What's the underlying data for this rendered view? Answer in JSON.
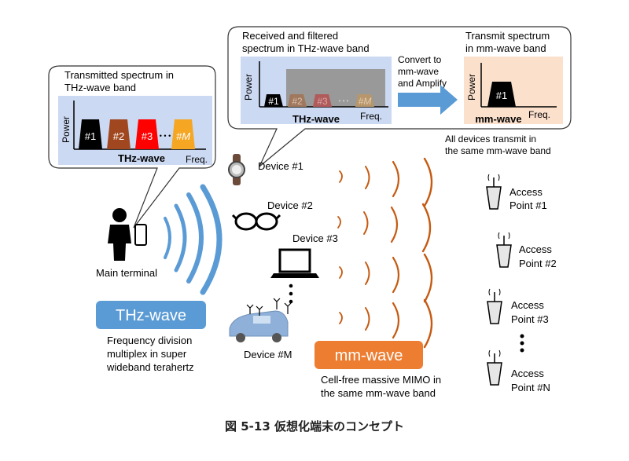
{
  "bubble_left": {
    "title_line1": "Transmitted spectrum in",
    "title_line2": "THz-wave band",
    "axis_y": "Power",
    "axis_x": "Freq.",
    "band_label": "THz-wave",
    "blocks": [
      "#1",
      "#2",
      "#3",
      "#M"
    ],
    "ellipsis": "• • •"
  },
  "bubble_top": {
    "title_line1": "Received and filtered",
    "title_line2": "spectrum in THz-wave band",
    "axis_y": "Power",
    "axis_x": "Freq.",
    "band_label": "THz-wave",
    "blocks": [
      "#1",
      "#2",
      "#3",
      "#M"
    ],
    "ellipsis": "• • •",
    "convert_line1": "Convert to",
    "convert_line2": "mm-wave",
    "convert_line3": "and Amplify",
    "tx_title_line1": "Transmit spectrum",
    "tx_title_line2": "in mm-wave band",
    "tx_axis_y": "Power",
    "tx_axis_x": "Freq.",
    "tx_band_label": "mm-wave",
    "tx_block": "#1"
  },
  "note_line1": "All devices transmit in",
  "note_line2": "the same mm-wave band",
  "devices": [
    "Device #1",
    "Device #2",
    "Device #3",
    "Device #M"
  ],
  "main_terminal": "Main terminal",
  "thz_badge": "THz-wave",
  "thz_desc": [
    "Frequency division",
    "multiplex  in super",
    "wideband terahertz"
  ],
  "mm_badge": "mm-wave",
  "mm_desc": [
    "Cell-free massive MIMO in",
    "the same mm-wave band"
  ],
  "access_points": [
    {
      "line1": "Access",
      "line2": "Point #1"
    },
    {
      "line1": "Access",
      "line2": "Point #2"
    },
    {
      "line1": "Access",
      "line2": "Point #3"
    },
    {
      "line1": "Access",
      "line2": "Point #N"
    }
  ],
  "caption": "図 5-13 仮想化端末のコンセプト",
  "colors": {
    "thz_blue": "#5b9bd5",
    "mm_orange": "#ed7d31",
    "spectrum_bg": "#ccd9f2",
    "mm_bg": "#fbe0cc",
    "block_black": "#000000",
    "block_brown": "#a0471f",
    "block_red": "#ff0000",
    "block_orange": "#f5a623"
  }
}
